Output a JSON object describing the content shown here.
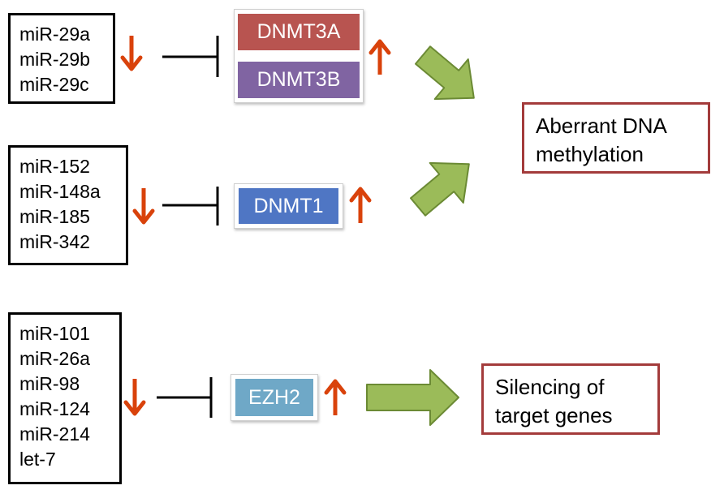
{
  "groups": [
    {
      "mirnas": [
        "miR-29a",
        "miR-29b",
        "miR-29c"
      ],
      "genes": [
        {
          "label": "DNMT3A",
          "color": "#b85450"
        },
        {
          "label": "DNMT3B",
          "color": "#8064a2"
        }
      ]
    },
    {
      "mirnas": [
        "miR-152",
        "miR-148a",
        "miR-185",
        "miR-342"
      ],
      "genes": [
        {
          "label": "DNMT1",
          "color": "#4f76c4"
        }
      ]
    },
    {
      "mirnas": [
        "miR-101",
        "miR-26a",
        "miR-98",
        "miR-124",
        "miR-214",
        "let-7"
      ],
      "genes": [
        {
          "label": "EZH2",
          "color": "#6fa8c7"
        }
      ]
    }
  ],
  "outcomes": {
    "methylation": "Aberrant DNA methylation",
    "silencing": "Silencing of target genes"
  },
  "colors": {
    "down_arrow": "#d9420b",
    "up_arrow": "#d9420b",
    "block_arrow_fill": "#9bbb59",
    "block_arrow_stroke": "#6b8a34",
    "outcome_border": "#a33b3b",
    "inhibition_line": "#000000"
  }
}
